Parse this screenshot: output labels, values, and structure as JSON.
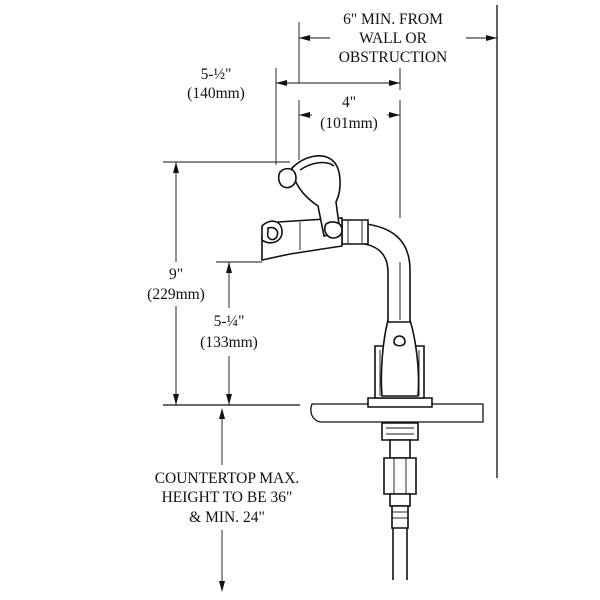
{
  "dimensions": {
    "wall_clearance": {
      "line1": "6\" MIN. FROM",
      "line2": "WALL OR",
      "line3": "OBSTRUCTION"
    },
    "handle_reach": {
      "imperial": "5-½\"",
      "metric": "(140mm)"
    },
    "spout_reach": {
      "imperial": "4\"",
      "metric": "(101mm)"
    },
    "total_height": {
      "imperial": "9\"",
      "metric": "(229mm)"
    },
    "spout_height": {
      "imperial": "5-¼\"",
      "metric": "(133mm)"
    }
  },
  "notes": {
    "countertop": {
      "line1": "COUNTERTOP MAX.",
      "line2": "HEIGHT TO BE 36\"",
      "line3": "& MIN. 24\""
    }
  }
}
